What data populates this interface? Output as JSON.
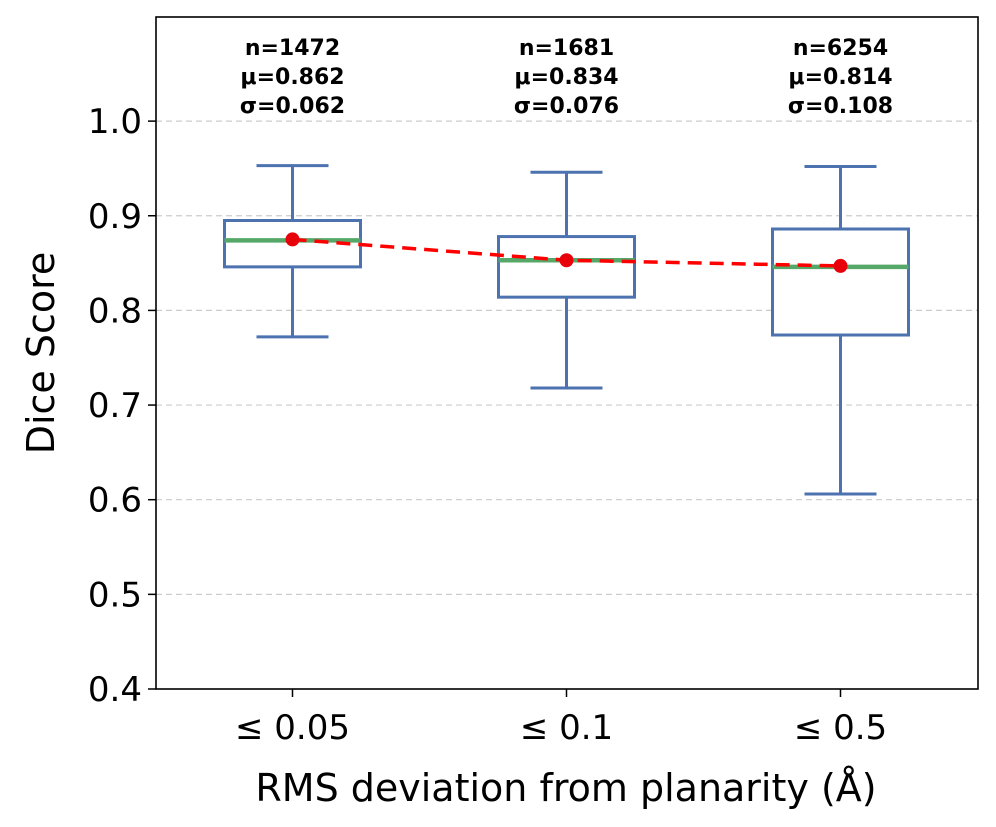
{
  "chart_data": {
    "type": "box",
    "title": "",
    "xlabel": "RMS deviation from planarity (Å)",
    "ylabel": "Dice Score",
    "ylim": [
      0.4,
      1.11
    ],
    "yticks": [
      "0.4",
      "0.5",
      "0.6",
      "0.7",
      "0.8",
      "0.9",
      "1.0"
    ],
    "grid": "y-dashed",
    "categories": [
      "≤ 0.05",
      "≤ 0.1",
      "≤ 0.5"
    ],
    "boxes": [
      {
        "category": "≤ 0.05",
        "whisker_low": 0.772,
        "q1": 0.846,
        "median": 0.874,
        "q3": 0.895,
        "whisker_high": 0.953,
        "mean": 0.875,
        "stats": [
          "n=1472",
          "μ=0.862",
          "σ=0.062"
        ]
      },
      {
        "category": "≤ 0.1",
        "whisker_low": 0.718,
        "q1": 0.814,
        "median": 0.853,
        "q3": 0.878,
        "whisker_high": 0.946,
        "mean": 0.853,
        "stats": [
          "n=1681",
          "μ=0.834",
          "σ=0.076"
        ]
      },
      {
        "category": "≤ 0.5",
        "whisker_low": 0.606,
        "q1": 0.774,
        "median": 0.846,
        "q3": 0.886,
        "whisker_high": 0.952,
        "mean": 0.847,
        "stats": [
          "n=6254",
          "μ=0.814",
          "σ=0.108"
        ]
      }
    ],
    "mean_trend_line": "dashed",
    "colors": {
      "box": "#4c72b0",
      "median": "#55a868",
      "mean": "#e8000b",
      "trend": "#ff0000",
      "grid": "#cccccc"
    }
  }
}
